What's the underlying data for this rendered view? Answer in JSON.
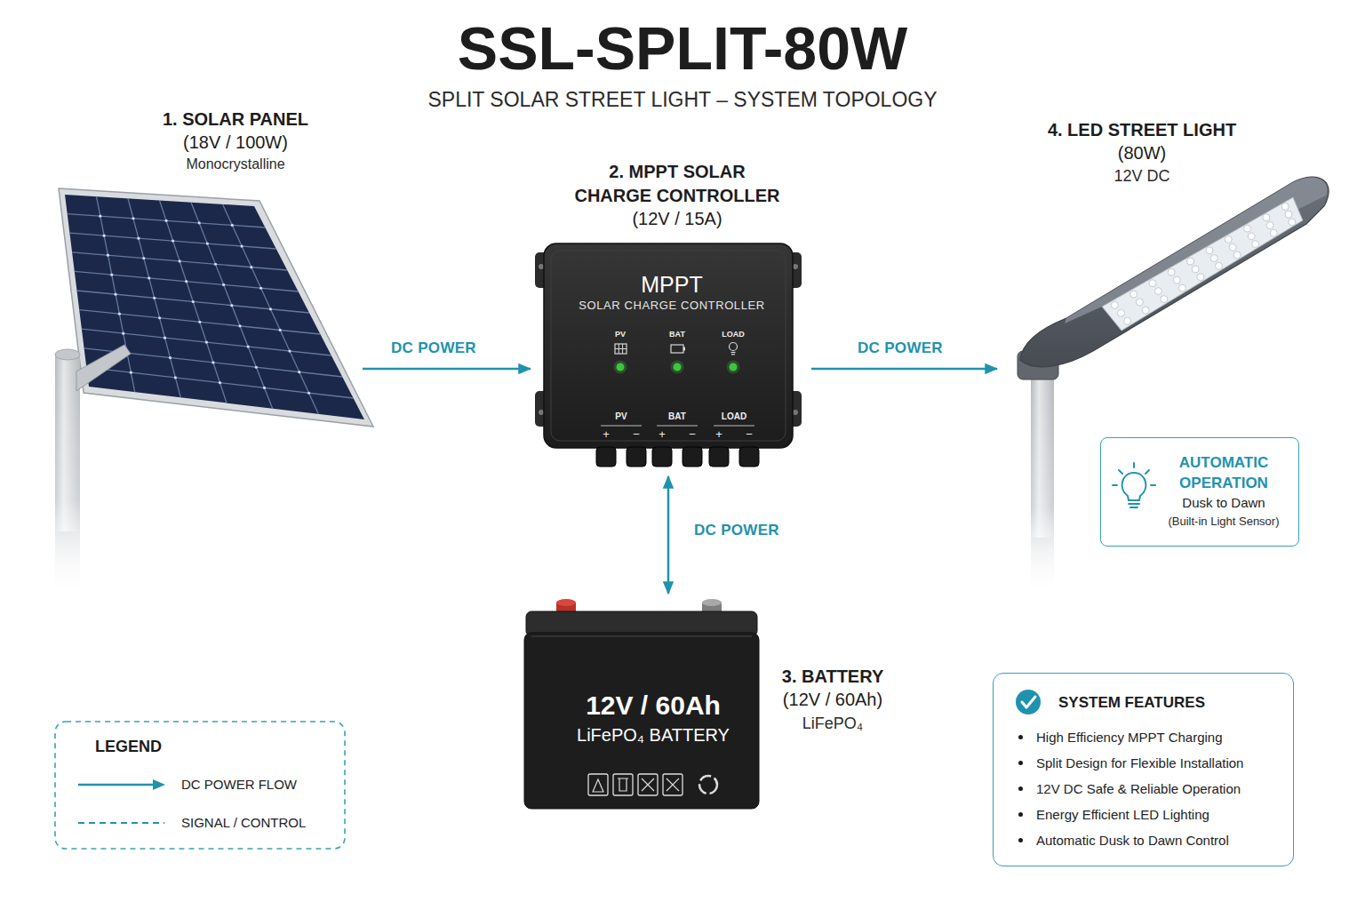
{
  "diagram": {
    "title": "SSL-SPLIT-80W",
    "nodes": [
      {
        "text": [
          "1. SOLAR PANEL",
          "(18V / 100W)",
          "Monocrystalline"
        ]
      },
      {
        "text": [
          "2. MPPT SOLAR CHARGE CONTROLLER",
          "(12V / 15A)",
          "MPPT",
          "SOLAR CHARGE CONTROLLER"
        ]
      },
      {
        "text": [
          "12V / 60Ah",
          "LiFePO₄ BATTERY",
          "3. BATTERY",
          "(12V / 60Ah)",
          "LiFePO₄"
        ]
      },
      {
        "text": [
          "4. LED STREET LIGHT",
          "(80W)",
          "12V DC"
        ]
      },
      {
        "text": [
          "AUTOMATIC OPERATION",
          "Dusk to Dawn",
          "(Built-in Light Sensor)"
        ]
      },
      {
        "text": [
          "SYSTEM FEATURES",
          "High Efficiency MPPT Charging",
          "Split Design for Flexible Installation",
          "12V DC Safe & Reliable Operation",
          "Energy Efficient LED Lighting",
          "Automatic Dusk to Dawn Control"
        ]
      }
    ],
    "edges": [
      {
        "from": 0,
        "to": 1,
        "label": "DC POWER",
        "arrow": "to"
      },
      {
        "from": 1,
        "to": 3,
        "label": "DC POWER",
        "arrow": "to"
      },
      {
        "from": 1,
        "to": 2,
        "label": "DC POWER",
        "arrow": "both"
      }
    ],
    "labels": [
      "SPLIT SOLAR STREET LIGHT – SYSTEM TOPOLOGY",
      "PV",
      "BAT",
      "LOAD",
      "PV",
      "BAT",
      "LOAD",
      "+",
      "−",
      "+",
      "−",
      "+",
      "−",
      "LEGEND"
    ],
    "legend": [
      {
        "text": "DC POWER FLOW"
      },
      {
        "text": "SIGNAL / CONTROL"
      }
    ]
  }
}
